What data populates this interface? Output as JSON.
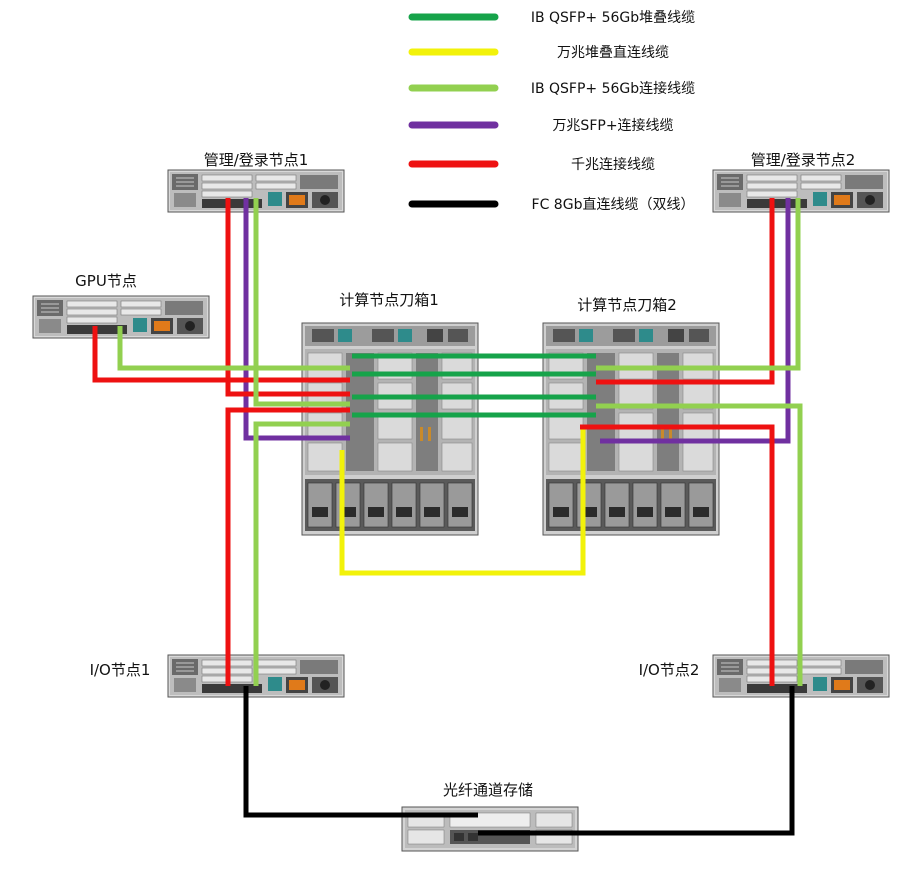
{
  "legend": [
    {
      "label": "IB QSFP+ 56Gb堆叠线缆",
      "color": "#16a34a"
    },
    {
      "label": "万兆堆叠直连线缆",
      "color": "#f2f20a"
    },
    {
      "label": "IB QSFP+ 56Gb连接线缆",
      "color": "#92d050"
    },
    {
      "label": "万兆SFP+连接线缆",
      "color": "#7030a0"
    },
    {
      "label": "千兆连接线缆",
      "color": "#ee1111"
    },
    {
      "label": "FC 8Gb直连线缆（双线）",
      "color": "#000000"
    }
  ],
  "nodes": {
    "mgmt1": "管理/登录节点1",
    "mgmt2": "管理/登录节点2",
    "gpu": "GPU节点",
    "blade1": "计算节点刀箱1",
    "blade2": "计算节点刀箱2",
    "io1": "I/O节点1",
    "io2": "I/O节点2",
    "storage": "光纤通道存储"
  }
}
